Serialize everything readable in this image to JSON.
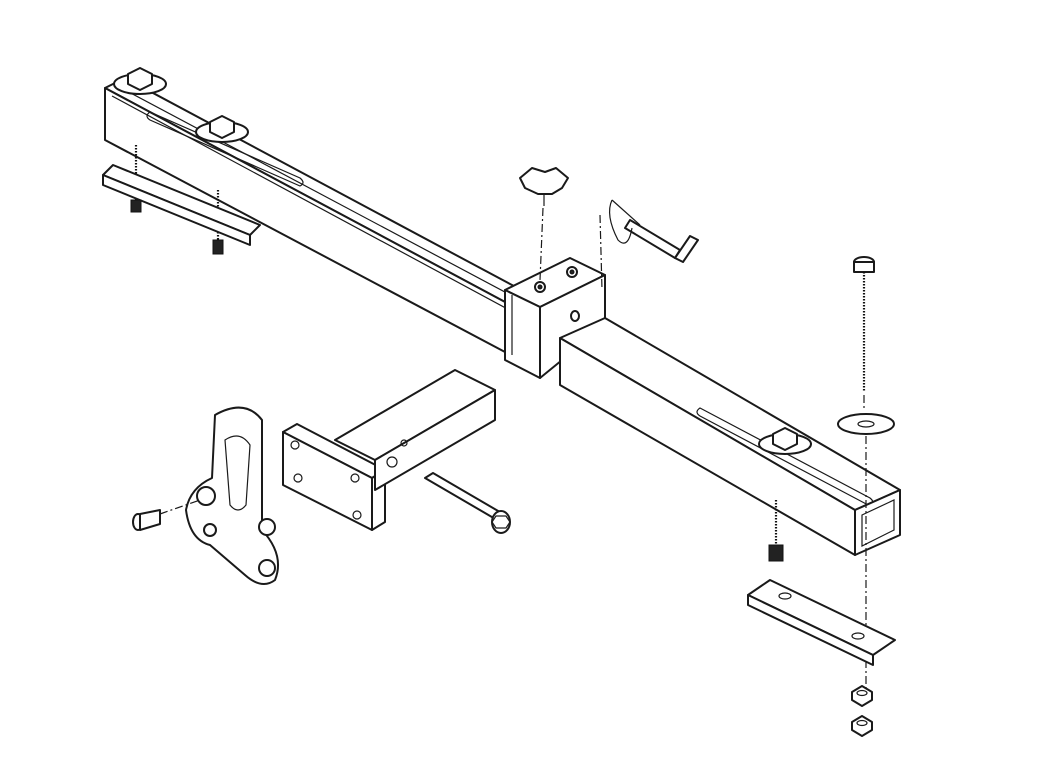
{
  "diagram": {
    "kind": "exploded assembly line drawing",
    "colors": {
      "line": "#1a1a1a",
      "fill": "#ffffff",
      "background": "#ffffff"
    },
    "parts": [
      "main-crossbar",
      "sliding-inner-tube",
      "center-collar",
      "star-knob",
      "hitch-pin-with-clip",
      "long-carriage-bolt",
      "flat-washer",
      "bottom-clamp-plate-right",
      "lock-nut",
      "hex-nut",
      "left-clamp-assembly",
      "pivot-bracket-plate",
      "flat-head-screw",
      "receiver-mount-tube",
      "cross-bolt"
    ]
  }
}
